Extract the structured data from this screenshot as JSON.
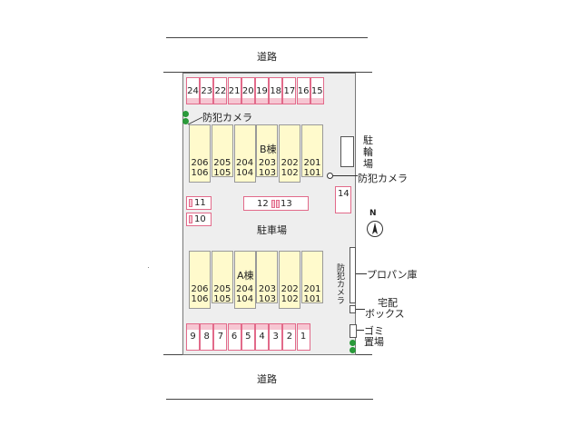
{
  "roads": {
    "top_label": "道路",
    "bottom_label": "道路"
  },
  "top_parking": [
    "24",
    "23",
    "22",
    "21",
    "20",
    "19",
    "18",
    "17",
    "16",
    "15"
  ],
  "bottom_parking": [
    "9",
    "8",
    "7",
    "6",
    "5",
    "4",
    "3",
    "2",
    "1"
  ],
  "middle_parking": {
    "left_upper": "11",
    "left_lower": "10",
    "center_a": "12",
    "center_b": "13",
    "right": "14"
  },
  "central_label": "駐車場",
  "building_b": {
    "label": "B棟",
    "upper": [
      "206",
      "205",
      "204",
      "203",
      "202",
      "201"
    ],
    "lower": [
      "106",
      "105",
      "104",
      "103",
      "102",
      "101"
    ]
  },
  "building_a": {
    "label": "A棟",
    "upper": [
      "206",
      "205",
      "204",
      "203",
      "202",
      "201"
    ],
    "lower": [
      "106",
      "105",
      "104",
      "103",
      "102",
      "101"
    ]
  },
  "labels": {
    "camera_top": "防犯カメラ",
    "camera_right": "防犯カメラ",
    "camera_vertical": "防犯カメラ",
    "bike_parking": "駐輪場",
    "propane": "プロパン庫",
    "delivery_line1": "宅配",
    "delivery_line2": "ボックス",
    "garbage_line1": "ゴミ",
    "garbage_line2": "置場",
    "compass": "N"
  },
  "colors": {
    "parking_border": "#e26a8a",
    "unit_fill": "#fffacc",
    "tree": "#2a9a3a"
  }
}
